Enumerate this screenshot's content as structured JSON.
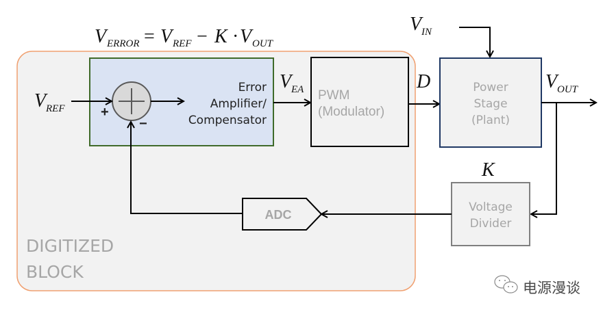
{
  "equation": {
    "lhs": "V",
    "lhs_sub": "ERROR",
    "equals": "=",
    "term1": "V",
    "term1_sub": "REF",
    "minus": "−",
    "gain": "K",
    "dot": "·",
    "term2": "V",
    "term2_sub": "OUT"
  },
  "digitized_block": {
    "line1": "DIGITIZED",
    "line2": "BLOCK",
    "border_color": "#f0a070",
    "fill_color": "#f2f2f2"
  },
  "error_amp_block": {
    "line1": "Error",
    "line2": "Amplifier/",
    "line3": "Compensator",
    "fill_color": "#dae3f3",
    "border_color": "#3f6a2a"
  },
  "summing_junction": {
    "plus_sign": "+",
    "minus_sign": "−"
  },
  "pwm_block": {
    "line1": "PWM",
    "line2": "(Modulator)"
  },
  "power_stage_block": {
    "line1": "Power",
    "line2": "Stage",
    "line3": "(Plant)",
    "border_color": "#1f3864"
  },
  "voltage_divider_block": {
    "line1": "Voltage",
    "line2": "Divider",
    "gain_label": "K"
  },
  "adc_block": {
    "label": "ADC"
  },
  "signals": {
    "vref": {
      "main": "V",
      "sub": "REF"
    },
    "vea": {
      "main": "V",
      "sub": "EA"
    },
    "duty": {
      "main": "D"
    },
    "vin": {
      "main": "V",
      "sub": "IN"
    },
    "vout": {
      "main": "V",
      "sub": "OUT"
    }
  },
  "watermark": {
    "text": "电源漫谈",
    "icon": "wechat-icon"
  }
}
